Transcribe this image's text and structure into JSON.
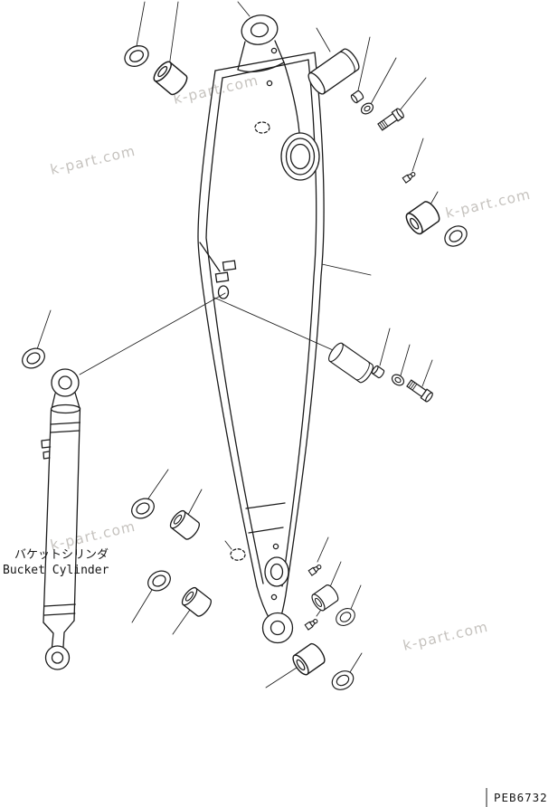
{
  "page": {
    "background_color": "#ffffff",
    "line_color": "#1c1c1c",
    "watermark_color": "#c6c3bf"
  },
  "labels": {
    "component_label_jp": "バケットシリンダ",
    "component_label_en": "Bucket Cylinder",
    "drawing_number": "PEB6732"
  },
  "watermark": {
    "text": "k-part.com"
  },
  "figure": {
    "type": "exploded-parts-line-drawing",
    "part_glyphs": [
      "arm-assembly",
      "bucket-cylinder",
      "pivot-pin",
      "bushing",
      "retaining-ring",
      "washer",
      "bolt",
      "spacer",
      "grease-fitting"
    ]
  }
}
